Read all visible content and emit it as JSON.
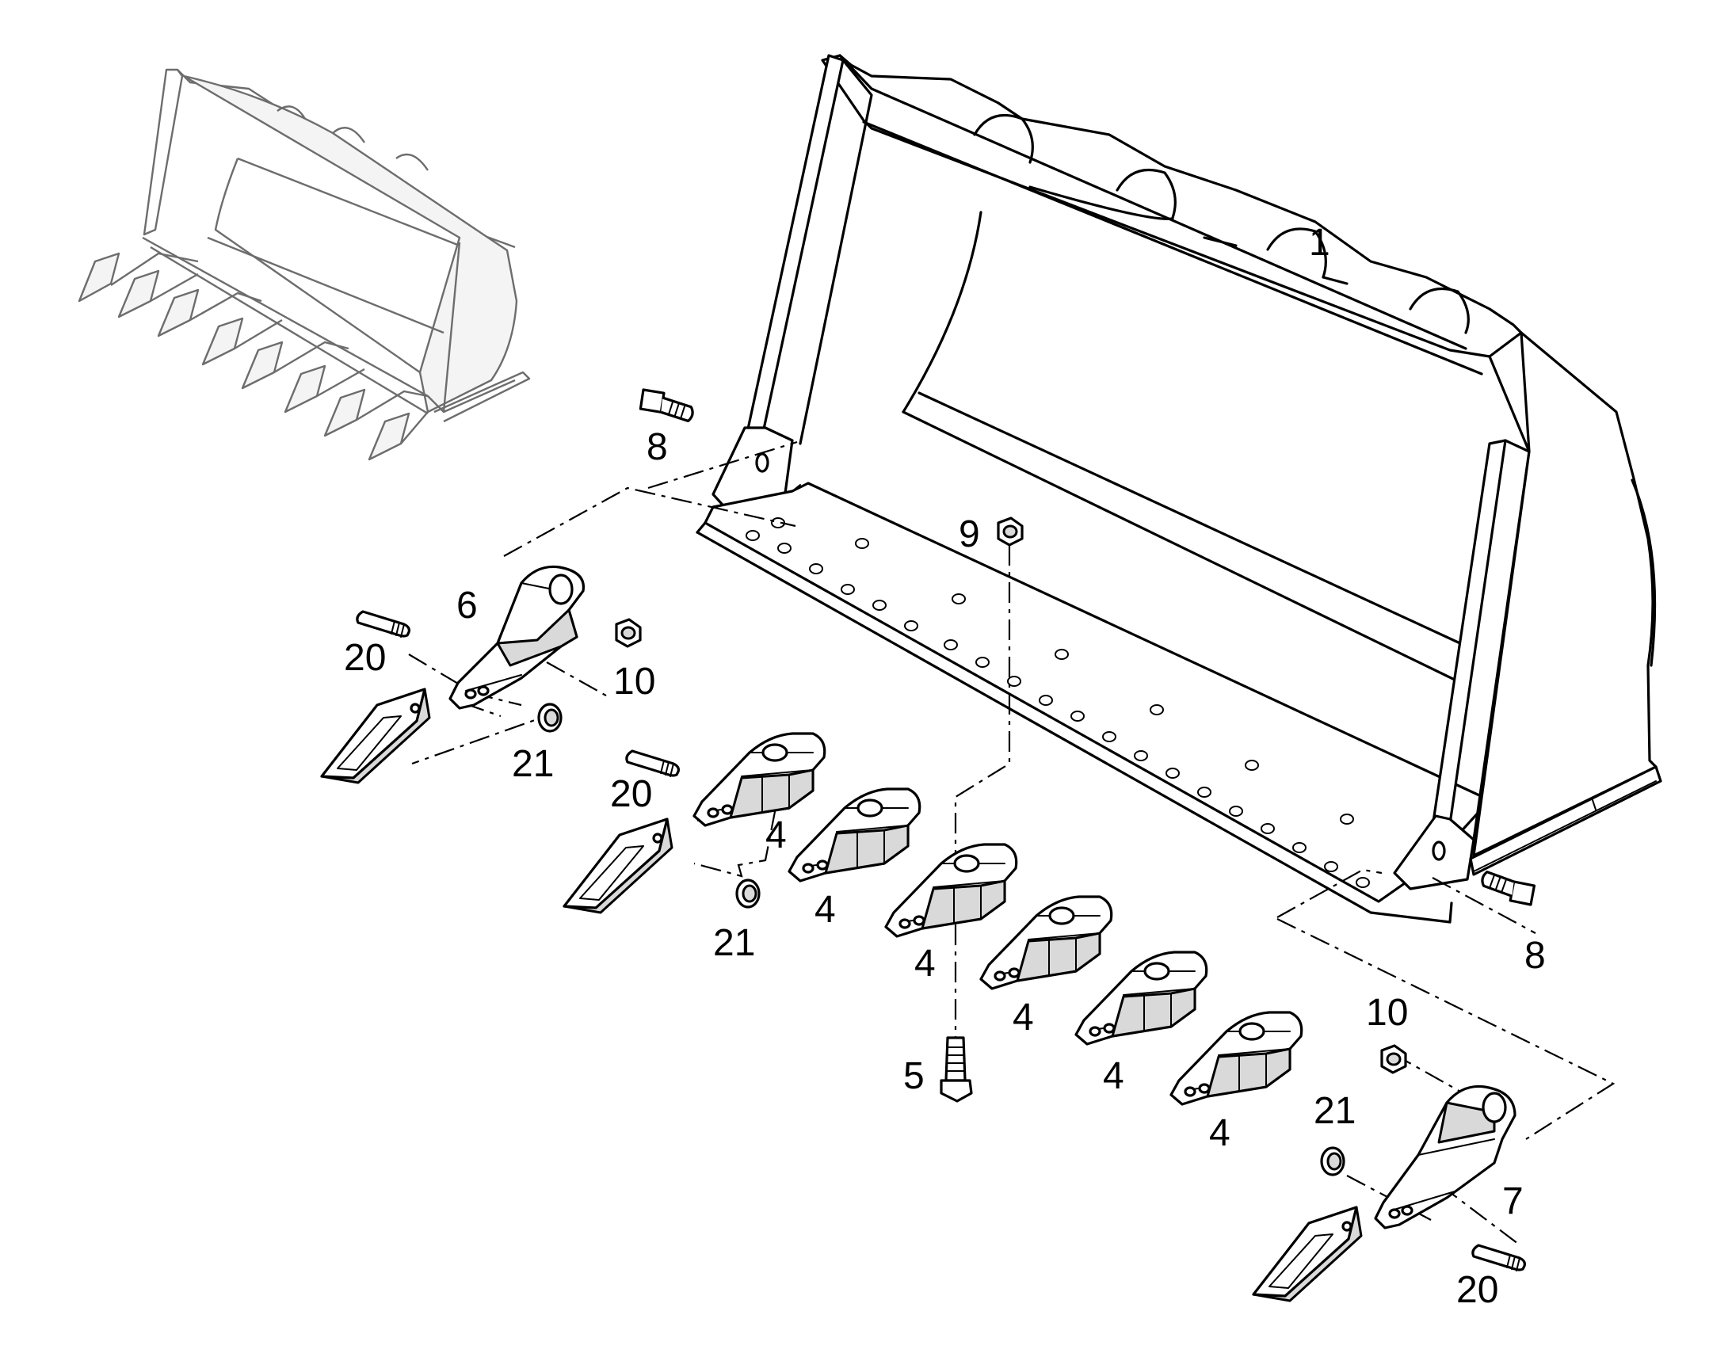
{
  "callouts": [
    {
      "id": "c1",
      "text": "1"
    },
    {
      "id": "c8a",
      "text": "8"
    },
    {
      "id": "c8b",
      "text": "8"
    },
    {
      "id": "c9",
      "text": "9"
    },
    {
      "id": "c6",
      "text": "6"
    },
    {
      "id": "c20a",
      "text": "20"
    },
    {
      "id": "c10a",
      "text": "10"
    },
    {
      "id": "c21a",
      "text": "21"
    },
    {
      "id": "c20b",
      "text": "20"
    },
    {
      "id": "c4a",
      "text": "4"
    },
    {
      "id": "c4b",
      "text": "4"
    },
    {
      "id": "c4c",
      "text": "4"
    },
    {
      "id": "c4d",
      "text": "4"
    },
    {
      "id": "c4e",
      "text": "4"
    },
    {
      "id": "c4f",
      "text": "4"
    },
    {
      "id": "c21b",
      "text": "21"
    },
    {
      "id": "c5",
      "text": "5"
    },
    {
      "id": "c10b",
      "text": "10"
    },
    {
      "id": "c21c",
      "text": "21"
    },
    {
      "id": "c7",
      "text": "7"
    },
    {
      "id": "c20c",
      "text": "20"
    }
  ]
}
